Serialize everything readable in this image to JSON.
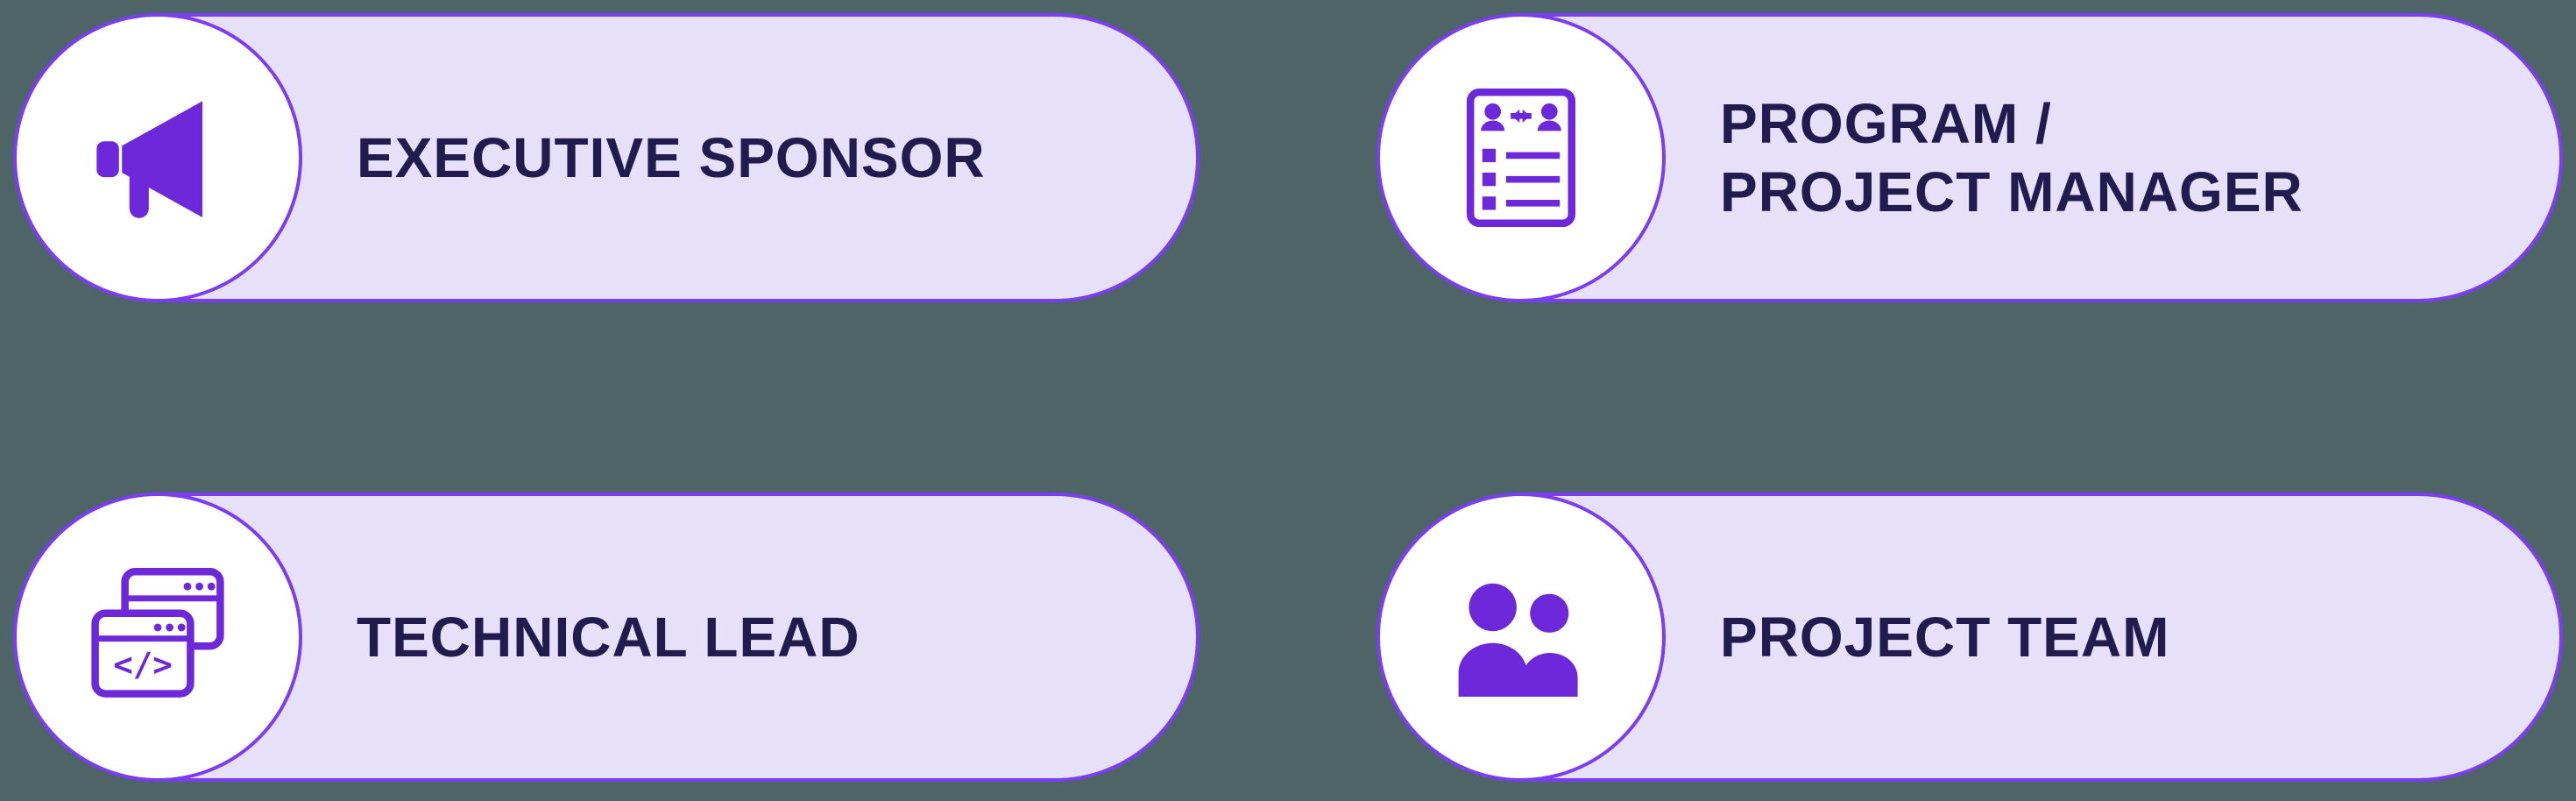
{
  "background_color": "#4f6467",
  "theme": {
    "card_bg": "#e7e0f9",
    "card_border": "#7a3df0",
    "icon_color": "#6d28d9",
    "text_color": "#221c4e",
    "circle_bg": "#ffffff"
  },
  "cards": [
    {
      "id": "executive-sponsor",
      "label": "EXECUTIVE SPONSOR",
      "icon": "megaphone-icon"
    },
    {
      "id": "program-project-manager",
      "label": "PROGRAM /\nPROJECT MANAGER",
      "icon": "stakeholder-list-icon"
    },
    {
      "id": "technical-lead",
      "label": "TECHNICAL LEAD",
      "icon": "code-windows-icon"
    },
    {
      "id": "project-team",
      "label": "PROJECT TEAM",
      "icon": "team-icon"
    }
  ]
}
